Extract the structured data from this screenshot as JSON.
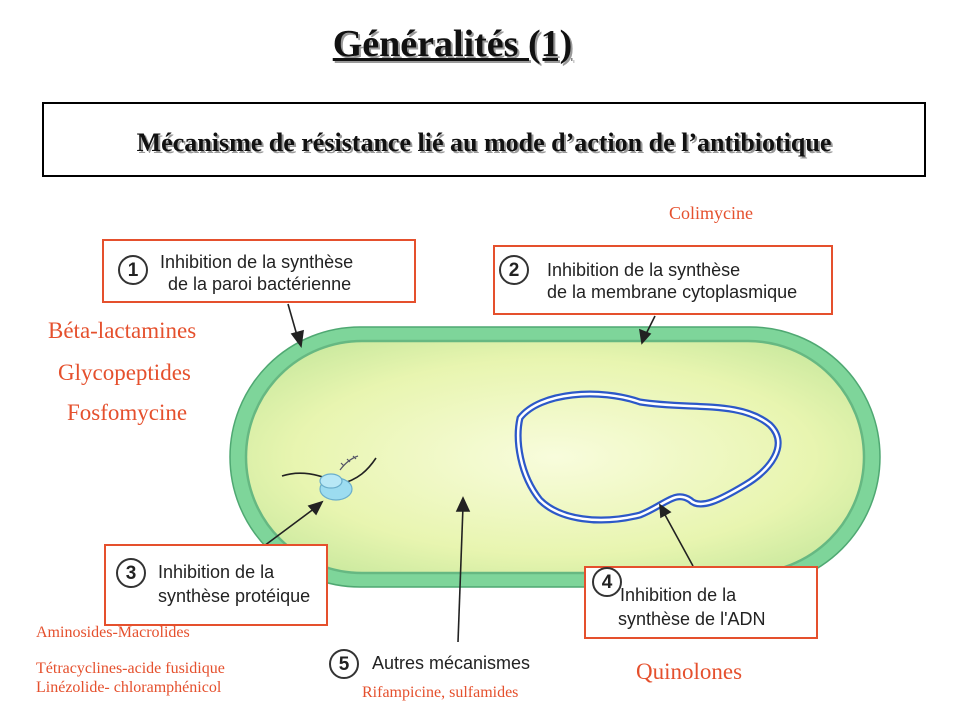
{
  "title": "Généralités (1)",
  "subtitle": "Mécanisme de résistance lié au mode d’action de l’antibiotique",
  "mechanisms": [
    {
      "number": "1",
      "line1": "Inhibition de la synthèse",
      "line2": "de la paroi bactérienne"
    },
    {
      "number": "2",
      "line1": "Inhibition de la synthèse",
      "line2": "de la membrane cytoplasmique"
    },
    {
      "number": "3",
      "line1": "Inhibition de la",
      "line2": "synthèse protéique"
    },
    {
      "number": "4",
      "line1": "Inhibition de la",
      "line2": "synthèse de l'ADN"
    },
    {
      "number": "5",
      "line1": "Autres mécanismes"
    }
  ],
  "drugs": {
    "wall": [
      "Béta-lactamines",
      "Glycopeptides",
      "Fosfomycine"
    ],
    "membrane": "Colimycine",
    "protein": [
      "Aminosides-Macrolides",
      "Tétracyclines-acide fusidique",
      "Linézolide- chloramphénicol"
    ],
    "dna": "Quinolones",
    "other": "Rifampicine, sulfamides"
  },
  "colors": {
    "accent": "#e5502d",
    "cell_wall": "#7ed59a",
    "cytoplasm": "#e6f4a6",
    "dna": "#2c58c8",
    "ribosome": "#9cdcf0"
  }
}
